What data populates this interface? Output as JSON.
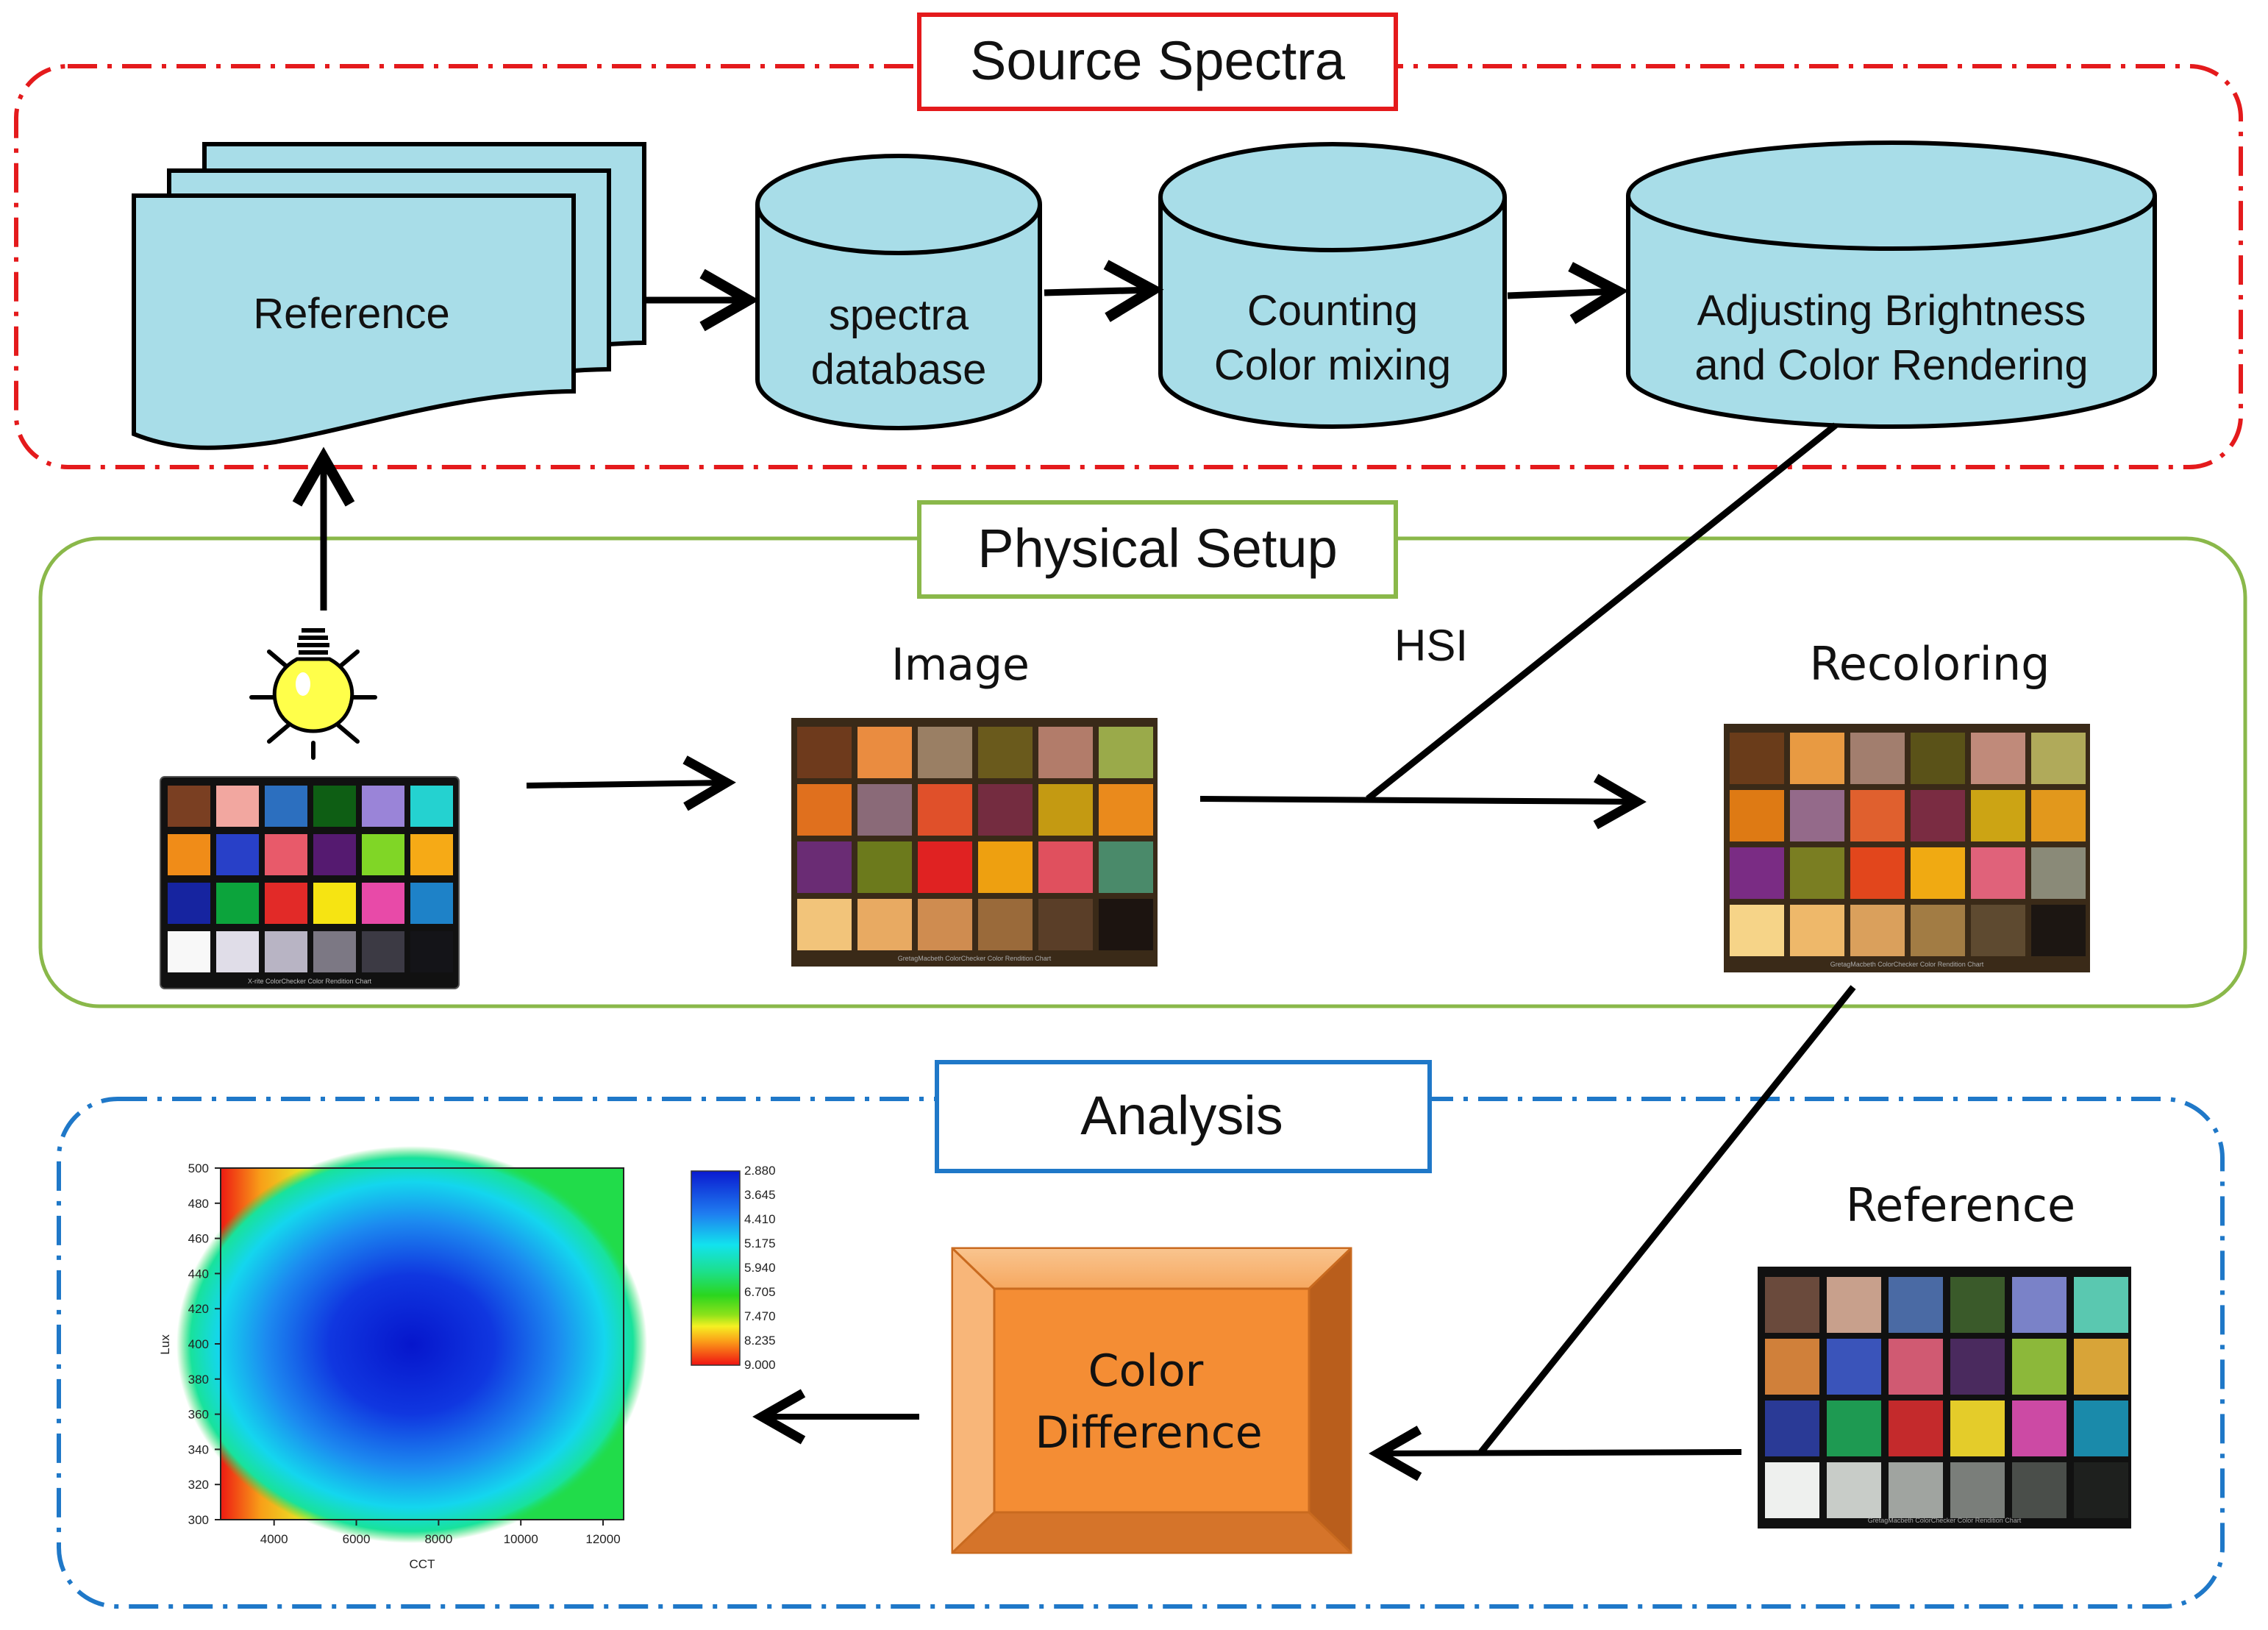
{
  "colors": {
    "source_border": "#e41a1c",
    "physical_border": "#8ab84a",
    "analysis_border": "#1f78c8",
    "shape_fill": "#a8dde8",
    "color_difference_fill": "#f4913a",
    "arrow": "#000000"
  },
  "sections": {
    "source_spectra": {
      "title": "Source Spectra"
    },
    "physical_setup": {
      "title": "Physical Setup"
    },
    "analysis": {
      "title": "Analysis"
    }
  },
  "source": {
    "reference_doc": "Reference",
    "spectra_db": {
      "line1": "spectra",
      "line2": "database"
    },
    "counting": {
      "line1": "Counting",
      "line2": "Color mixing"
    },
    "adjusting": {
      "line1": "Adjusting Brightness",
      "line2": "and Color Rendering"
    }
  },
  "physical": {
    "lamp_icon": "lightbulb-icon",
    "image_label": "Image",
    "hsi_label": "HSI",
    "recoloring_label": "Recoloring"
  },
  "analysis": {
    "reference_label": "Reference",
    "color_difference": {
      "line1": "Color",
      "line2": "Difference"
    }
  },
  "charts": {
    "test_chart_caption": "X-rite ColorChecker Color Rendition Chart",
    "image_chart_caption": "GretagMacbeth ColorChecker Color Rendition Chart",
    "recolor_chart_caption": "GretagMacbeth ColorChecker Color Rendition Chart",
    "reference_chart_caption": "GretagMacbeth ColorChecker Color Rendition Chart"
  },
  "chart_data": {
    "type": "heatmap",
    "xlabel": "CCT",
    "ylabel": "Lux",
    "x_ticks": [
      "4000",
      "6000",
      "8000",
      "10000",
      "12000"
    ],
    "y_ticks": [
      "300",
      "320",
      "340",
      "360",
      "380",
      "400",
      "420",
      "440",
      "460",
      "480",
      "500"
    ],
    "xlim": [
      2700,
      12500
    ],
    "ylim": [
      300,
      500
    ],
    "colorbar_ticks": [
      "2.880",
      "3.645",
      "4.410",
      "5.175",
      "5.940",
      "6.705",
      "7.470",
      "8.235",
      "9.000"
    ],
    "colorbar_range": [
      2.88,
      9.0
    ],
    "minimum_region": {
      "cct": 7500,
      "lux": 395
    }
  }
}
